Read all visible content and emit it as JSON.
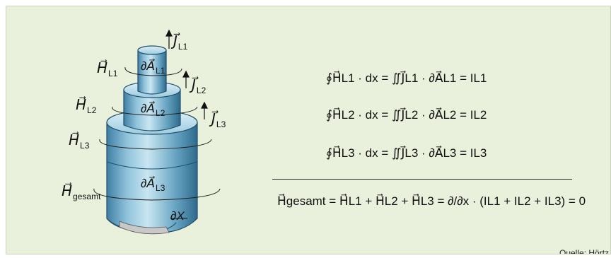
{
  "diagram": {
    "labels": {
      "J_L1": {
        "symbol": "J",
        "sub": "L1"
      },
      "J_L2": {
        "symbol": "J",
        "sub": "L2"
      },
      "J_L3": {
        "symbol": "J",
        "sub": "L3"
      },
      "H_L1": {
        "symbol": "H",
        "sub": "L1"
      },
      "H_L2": {
        "symbol": "H",
        "sub": "L2"
      },
      "H_L3": {
        "symbol": "H",
        "sub": "L3"
      },
      "H_gesamt": {
        "symbol": "H",
        "sub": "gesamt"
      },
      "dA_L1": {
        "symbol": "∂A",
        "sub": "L1"
      },
      "dA_L2": {
        "symbol": "∂A",
        "sub": "L2"
      },
      "dA_L3": {
        "symbol": "∂A",
        "sub": "L3"
      },
      "dX": {
        "symbol": "∂X",
        "sub": ""
      }
    },
    "equations": [
      "∮H⃗L1 · dx = ∬J⃗L1 · ∂A⃗L1 = IL1",
      "∮H⃗L2 · dx = ∬J⃗L2 · ∂A⃗L2 = IL2",
      "∮H⃗L3 · dx = ∬J⃗L3 · ∂A⃗L3 = IL3"
    ],
    "total_equation": "H⃗gesamt = H⃗L1 + H⃗L2 + H⃗L3 = ∂/∂x · (IL1 + IL2 + IL3) = 0",
    "source": "Quelle: Hörtz"
  },
  "colors": {
    "background": "#e9f0dc",
    "cylinder_light": "#b9dcea",
    "cylinder_mid": "#6fa9c6",
    "cylinder_dark": "#2f6f92",
    "text": "#111111"
  }
}
